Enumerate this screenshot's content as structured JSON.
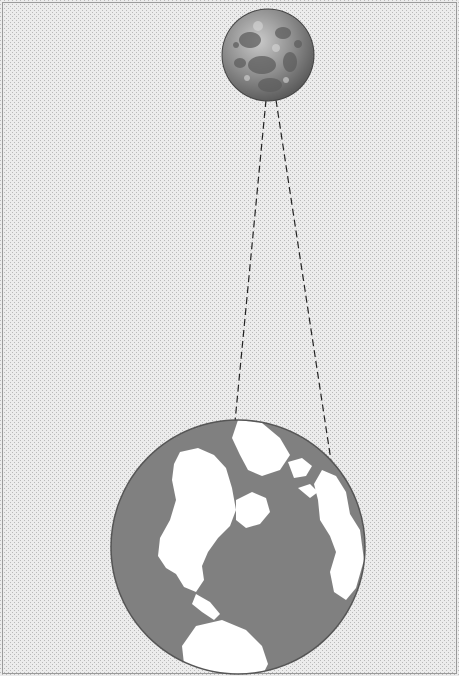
{
  "diagram": {
    "bodies": [
      {
        "kind": "moon",
        "icon": "moon-icon"
      },
      {
        "kind": "earth",
        "icon": "earth-globe-icon"
      }
    ],
    "connections": [
      {
        "from": "moon",
        "to": "earth",
        "style": "dashed"
      },
      {
        "from": "moon",
        "to": "earth",
        "style": "dashed"
      }
    ]
  },
  "colors": {
    "background_dot": "#b9b9b9",
    "background_light": "#ececec",
    "ocean": "#808080",
    "land": "#ffffff",
    "moon_dark": "#555555",
    "moon_light": "#c9c9c9",
    "line": "#222222"
  }
}
